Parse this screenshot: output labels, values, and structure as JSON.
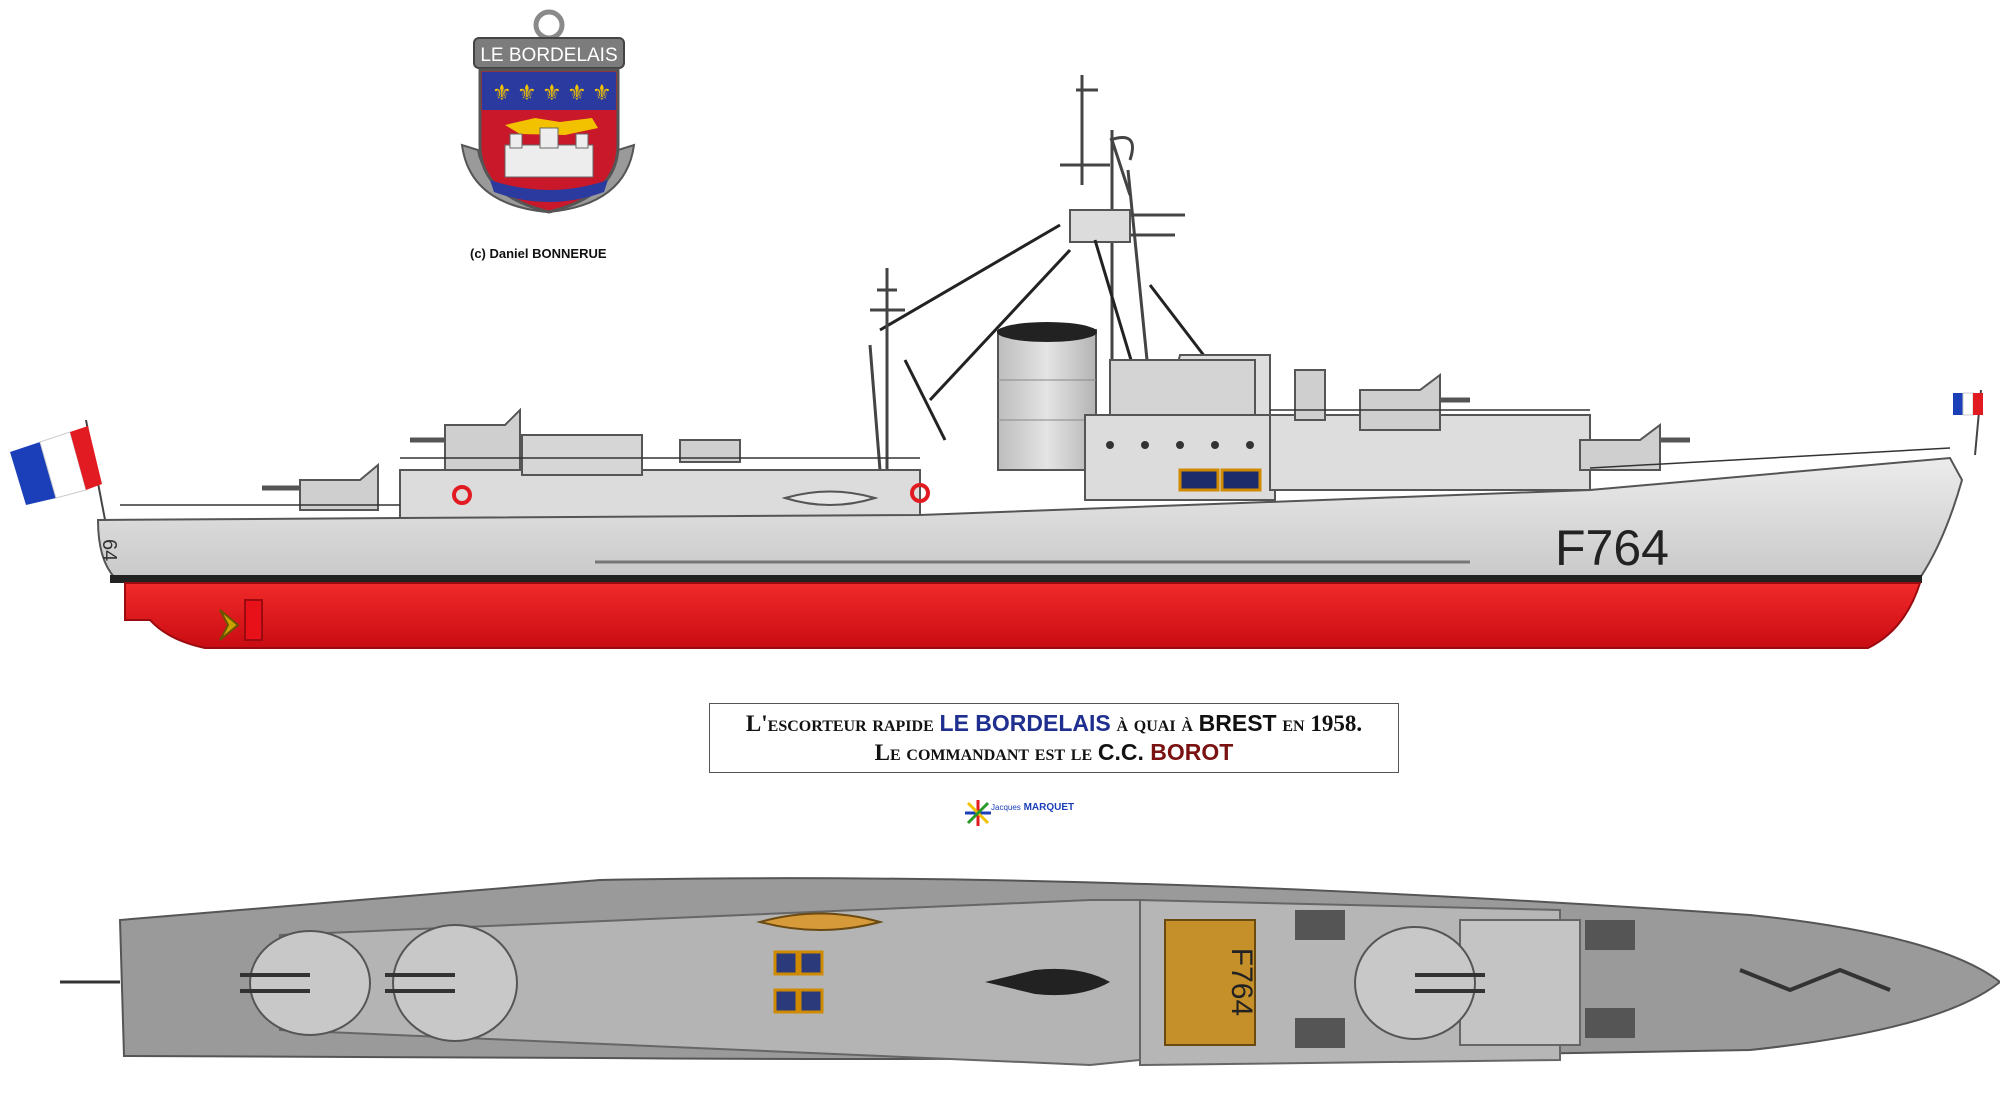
{
  "insignia": {
    "banner_text": "LE BORDELAIS"
  },
  "credits": {
    "logo_credit": "(c) Daniel BONNERUE",
    "artist_first": "Jacques",
    "artist_last": "MARQUET"
  },
  "caption": {
    "line1_prefix": "L'escorteur rapide ",
    "ship_name": "LE BORDELAIS",
    "line1_middle": " à quai à ",
    "port": "BREST",
    "line1_suffix": " en 1958.",
    "line2_prefix": "Le commandant est le ",
    "rank": "C.C. ",
    "commander": "BOROT"
  },
  "ship": {
    "hull_number": "F764",
    "stern_number": "64",
    "top_deck_number": "F764"
  },
  "colors": {
    "hull_upper": "#d9d9d9",
    "hull_lower": "#e8111a",
    "deck": "#9a9a9a",
    "name_blue": "#1f2f8f",
    "commander_red": "#7a1212",
    "flag_blue": "#1b3fb8",
    "flag_red": "#e21b22"
  }
}
